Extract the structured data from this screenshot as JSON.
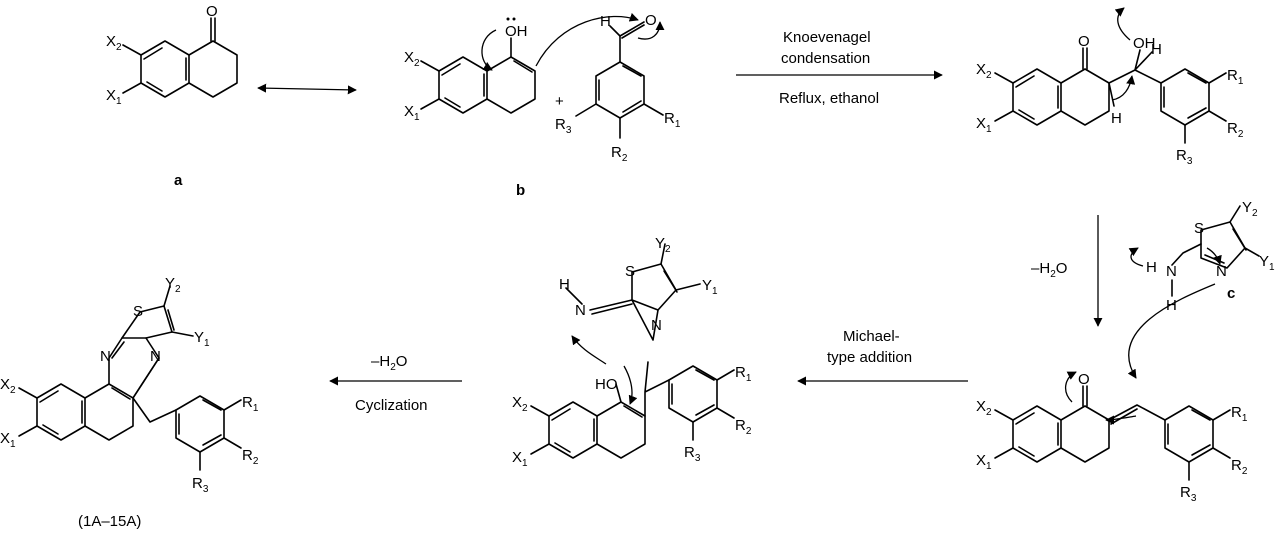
{
  "compounds": {
    "a": "a",
    "b": "b",
    "c": "c",
    "products": "(1A–15A)"
  },
  "atoms": {
    "X": "X",
    "X1": "1",
    "X2": "2",
    "R": "R",
    "R1": "1",
    "R2": "2",
    "R3": "3",
    "Y": "Y",
    "Y1": "1",
    "Y2": "2",
    "O": "O",
    "OH": "OH",
    "HO": "HO",
    "H": "H",
    "N": "N",
    "S": "S",
    "plus": "+"
  },
  "steps": {
    "knoevenagel_1": "Knoevenagel",
    "knoevenagel_2": "condensation",
    "reflux": "Reflux, ethanol",
    "minus_h2o_a": "–H",
    "minus_h2o_b": "O",
    "h2o_sub": "2",
    "michael_1": "Michael-",
    "michael_2": "type addition",
    "cyclization": "Cyclization"
  }
}
